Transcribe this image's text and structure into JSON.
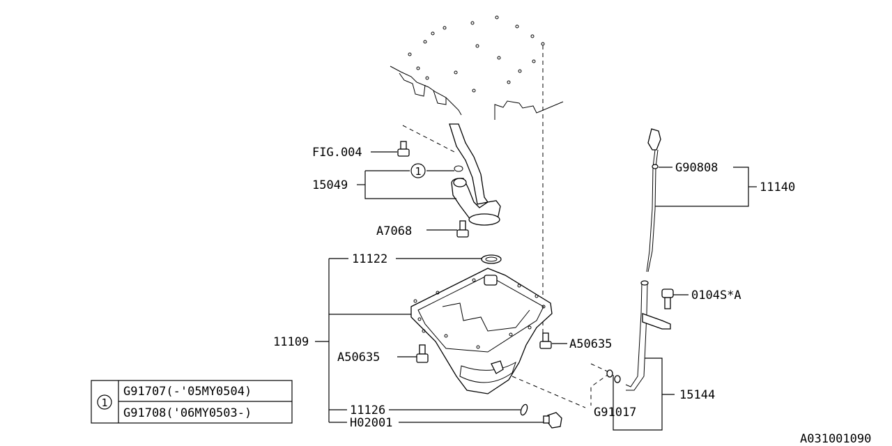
{
  "labels": {
    "fig004": "FIG.004",
    "p15049": "15049",
    "circle_ref": "1",
    "a7068": "A7068",
    "p11122": "11122",
    "p11109": "11109",
    "a50635_left": "A50635",
    "a50635_right": "A50635",
    "p11126": "11126",
    "h02001": "H02001",
    "g90808": "G90808",
    "p11140": "11140",
    "p0104s": "0104S*A",
    "p15144": "15144",
    "g91017": "G91017"
  },
  "legend": {
    "symbol": "1",
    "rows": [
      "G91707(-'05MY0504)",
      "G91708('06MY0503-)"
    ]
  },
  "diagram_id": "A031001090"
}
